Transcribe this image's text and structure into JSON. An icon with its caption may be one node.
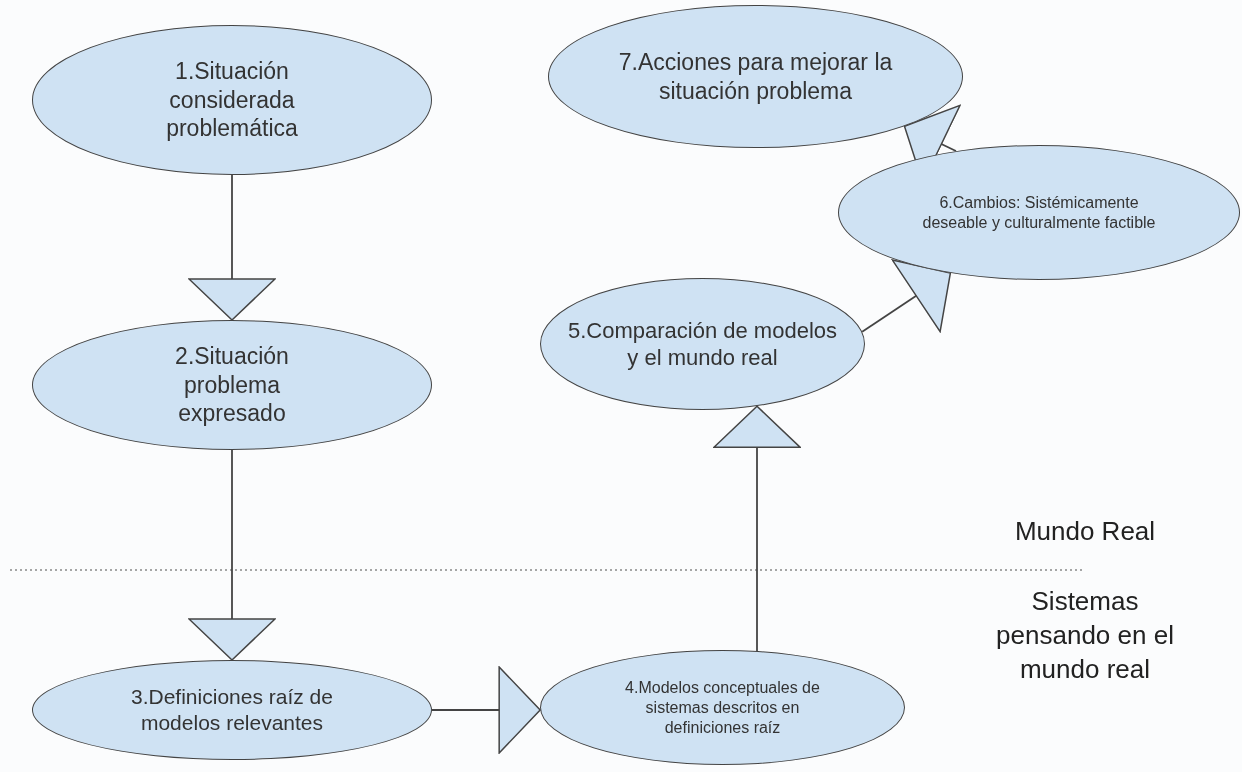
{
  "diagram": {
    "nodes": [
      {
        "text": [
          "1.Situación considerada problemática"
        ]
      },
      {
        "text": [
          "2.Situación problema expresado"
        ]
      },
      {
        "text": [
          "3.Definiciones raíz de modelos relevantes"
        ]
      },
      {
        "text": [
          "4.Modelos conceptuales de sistemas descritos en definiciones raíz"
        ]
      },
      {
        "text": [
          "5.Comparación de modelos y el mundo real"
        ]
      },
      {
        "text": [
          "6.Cambios: Sistémicamente deseable y culturalmente factible"
        ]
      },
      {
        "text": [
          "7.Acciones para mejorar la situación problema"
        ]
      }
    ],
    "edges": [
      {
        "from": 0,
        "to": 1,
        "arrow": "to"
      },
      {
        "from": 1,
        "to": 2,
        "arrow": "to"
      },
      {
        "from": 2,
        "to": 3,
        "arrow": "to"
      },
      {
        "from": 3,
        "to": 4,
        "arrow": "to"
      },
      {
        "from": 4,
        "to": 5,
        "arrow": "to"
      },
      {
        "from": 5,
        "to": 6,
        "arrow": "to"
      }
    ],
    "labels": [
      "Mundo Real",
      "Sistemas pensando en el mundo real"
    ]
  }
}
